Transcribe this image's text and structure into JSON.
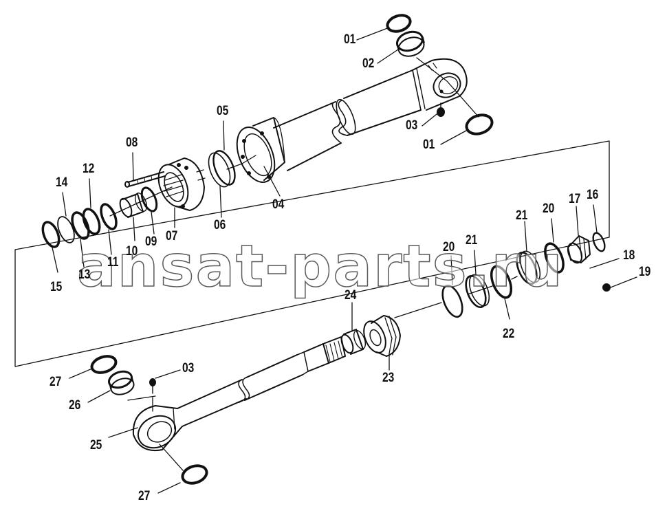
{
  "colors": {
    "line": "#111111",
    "background": "#ffffff",
    "watermark_outline": "#5a5a5a"
  },
  "watermark": "ansat-parts.ru",
  "callouts": [
    {
      "id": "c01a",
      "text": "01"
    },
    {
      "id": "c02",
      "text": "02"
    },
    {
      "id": "c03a",
      "text": "03"
    },
    {
      "id": "c01b",
      "text": "01"
    },
    {
      "id": "c05",
      "text": "05"
    },
    {
      "id": "c08",
      "text": "08"
    },
    {
      "id": "c12",
      "text": "12"
    },
    {
      "id": "c14",
      "text": "14"
    },
    {
      "id": "c04",
      "text": "04"
    },
    {
      "id": "c06",
      "text": "06"
    },
    {
      "id": "c07",
      "text": "07"
    },
    {
      "id": "c09",
      "text": "09"
    },
    {
      "id": "c10",
      "text": "10"
    },
    {
      "id": "c11",
      "text": "11"
    },
    {
      "id": "c13",
      "text": "13"
    },
    {
      "id": "c15",
      "text": "15"
    },
    {
      "id": "c17",
      "text": "17"
    },
    {
      "id": "c16",
      "text": "16"
    },
    {
      "id": "c20a",
      "text": "20"
    },
    {
      "id": "c21a",
      "text": "21"
    },
    {
      "id": "c20b",
      "text": "20"
    },
    {
      "id": "c21b",
      "text": "21"
    },
    {
      "id": "c18",
      "text": "18"
    },
    {
      "id": "c19",
      "text": "19"
    },
    {
      "id": "c22",
      "text": "22"
    },
    {
      "id": "c24",
      "text": "24"
    },
    {
      "id": "c23",
      "text": "23"
    },
    {
      "id": "c27a",
      "text": "27"
    },
    {
      "id": "c03b",
      "text": "03"
    },
    {
      "id": "c26",
      "text": "26"
    },
    {
      "id": "c25",
      "text": "25"
    },
    {
      "id": "c27b",
      "text": "27"
    }
  ]
}
